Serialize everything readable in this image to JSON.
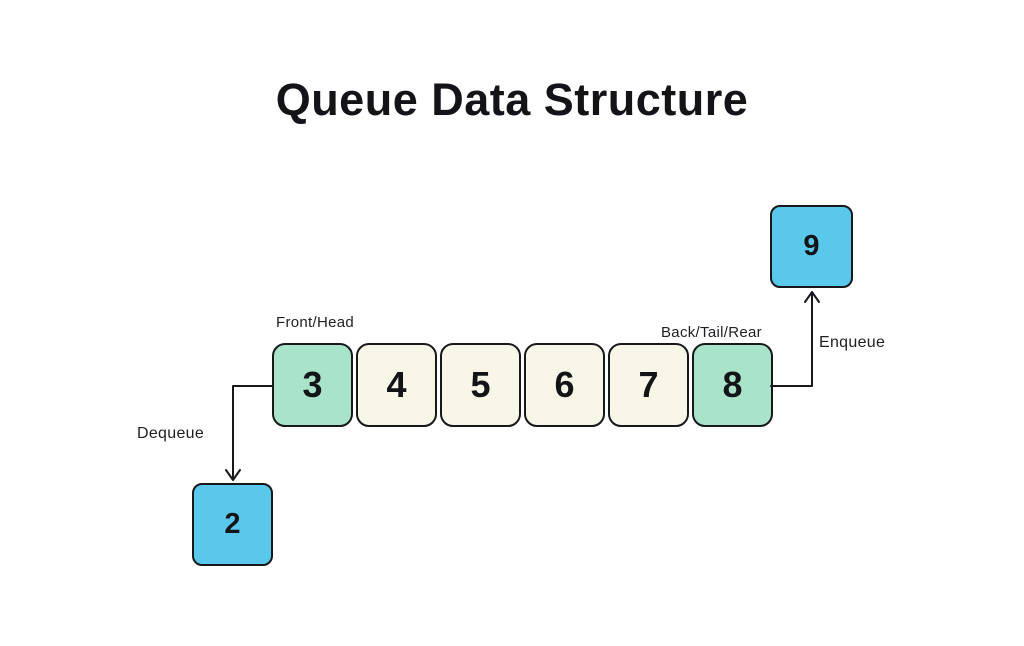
{
  "title": "Queue Data Structure",
  "queue": {
    "front_label": "Front/Head",
    "back_label": "Back/Tail/Rear",
    "items": [
      {
        "value": "3",
        "role": "front"
      },
      {
        "value": "4",
        "role": "middle"
      },
      {
        "value": "5",
        "role": "middle"
      },
      {
        "value": "6",
        "role": "middle"
      },
      {
        "value": "7",
        "role": "middle"
      },
      {
        "value": "8",
        "role": "back"
      }
    ]
  },
  "operations": {
    "enqueue": {
      "label": "Enqueue",
      "value": "9"
    },
    "dequeue": {
      "label": "Dequeue",
      "value": "2"
    }
  },
  "colors": {
    "front_back_cell": "#a9e3c9",
    "middle_cell": "#f8f7e7",
    "transfer_box": "#5ac8ea",
    "border": "#17181c",
    "text": "#131417",
    "background": "#ffffff"
  }
}
